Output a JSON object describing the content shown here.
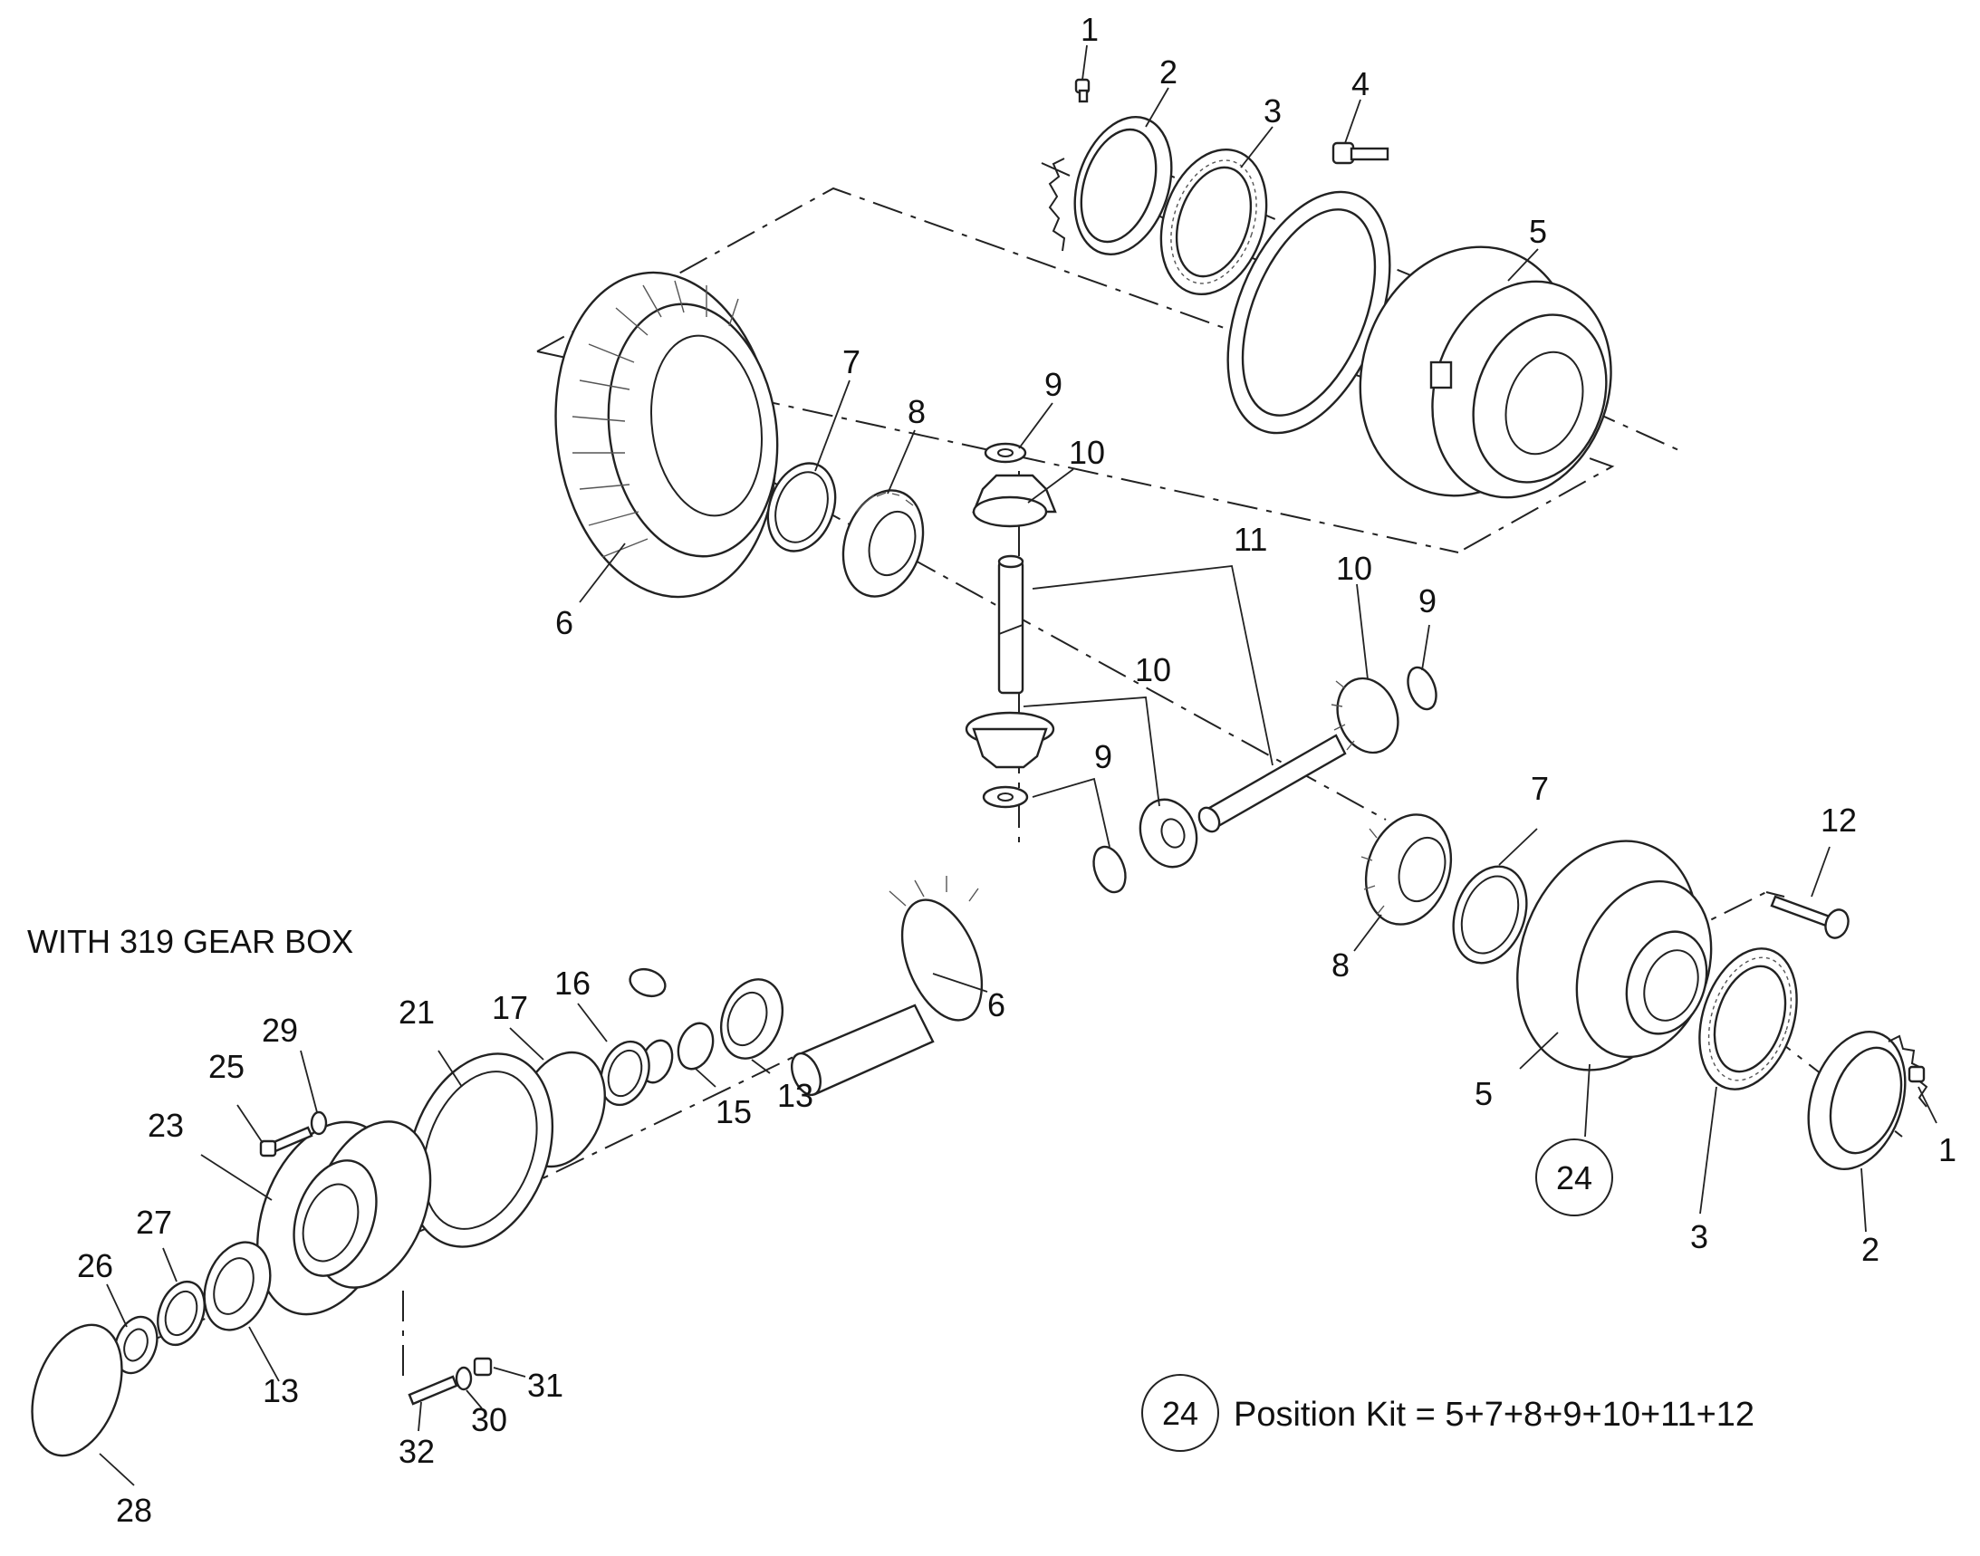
{
  "caption": "WITH 319 GEAR BOX",
  "kit_note": {
    "number": "24",
    "text": "Position Kit = 5+7+8+9+10+11+12"
  },
  "callouts": {
    "c1a": "1",
    "c2a": "2",
    "c3a": "3",
    "c4": "4",
    "c5a": "5",
    "c6a": "6",
    "c7a": "7",
    "c8a": "8",
    "c9a": "9",
    "c10a": "10",
    "c11": "11",
    "c10b": "10",
    "c9b": "9",
    "c10c": "10",
    "c9c": "9",
    "c7b": "7",
    "c12": "12",
    "c8b": "8",
    "c6b": "6",
    "c5b": "5",
    "c24": "24",
    "c3b": "3",
    "c2b": "2",
    "c1b": "1",
    "c13a": "13",
    "c15": "15",
    "c16": "16",
    "c17": "17",
    "c21": "21",
    "c29": "29",
    "c25": "25",
    "c23": "23",
    "c27": "27",
    "c26": "26",
    "c13b": "13",
    "c28": "28",
    "c31": "31",
    "c30": "30",
    "c32": "32"
  }
}
